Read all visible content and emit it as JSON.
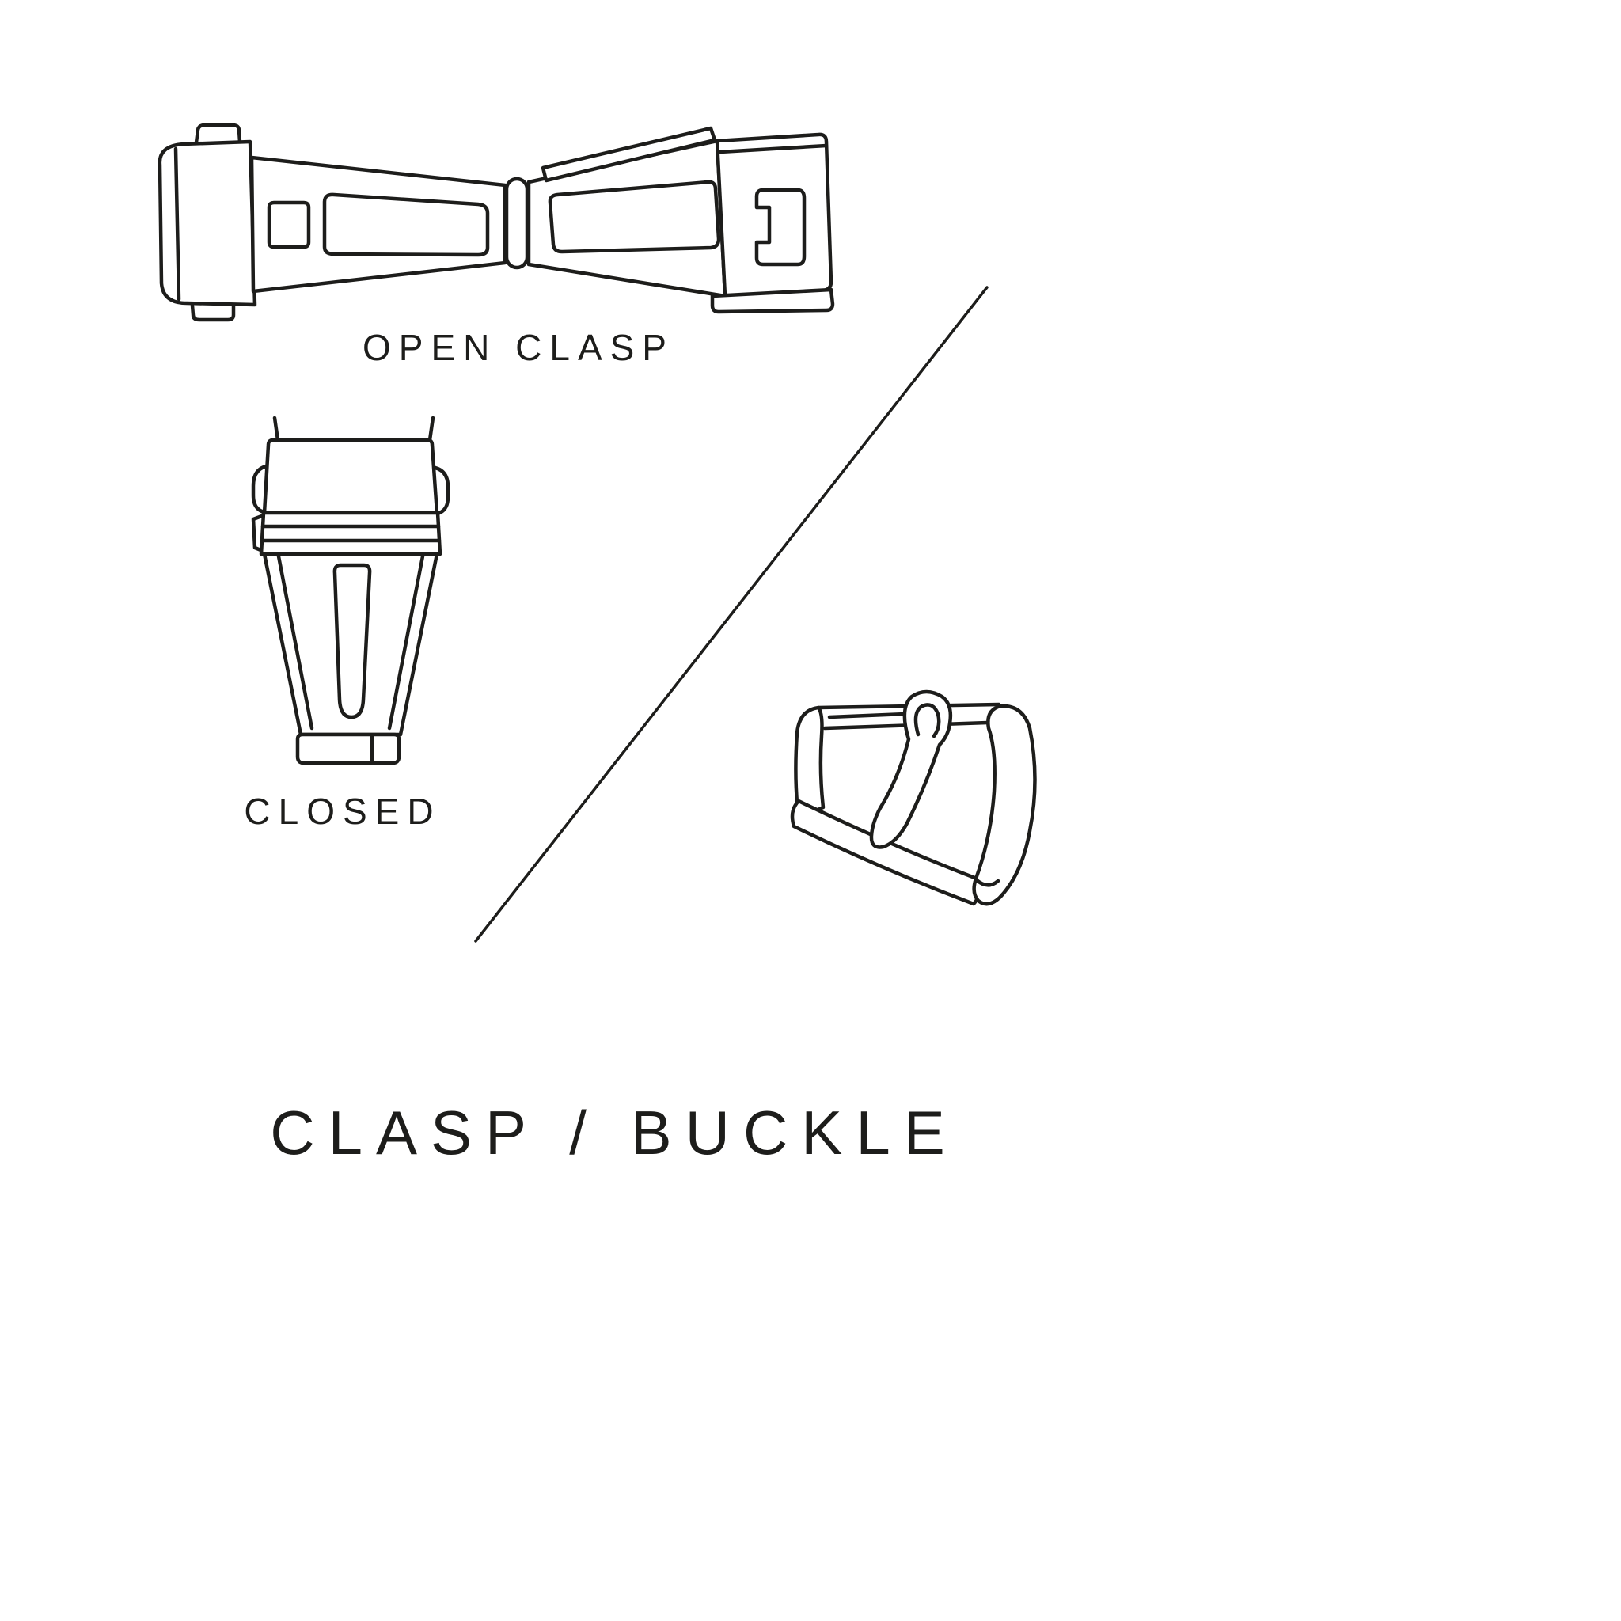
{
  "canvas": {
    "background": "#ffffff",
    "line_color": "#1d1d1b"
  },
  "title": "CLASP / BUCKLE",
  "labels": {
    "open_clasp": "OPEN CLASP",
    "closed": "CLOSED"
  },
  "illustrations": {
    "open_clasp": "open-clasp-illustration",
    "closed_clasp": "closed-clasp-illustration",
    "pin_buckle": "pin-buckle-illustration",
    "divider": "divider-line"
  }
}
